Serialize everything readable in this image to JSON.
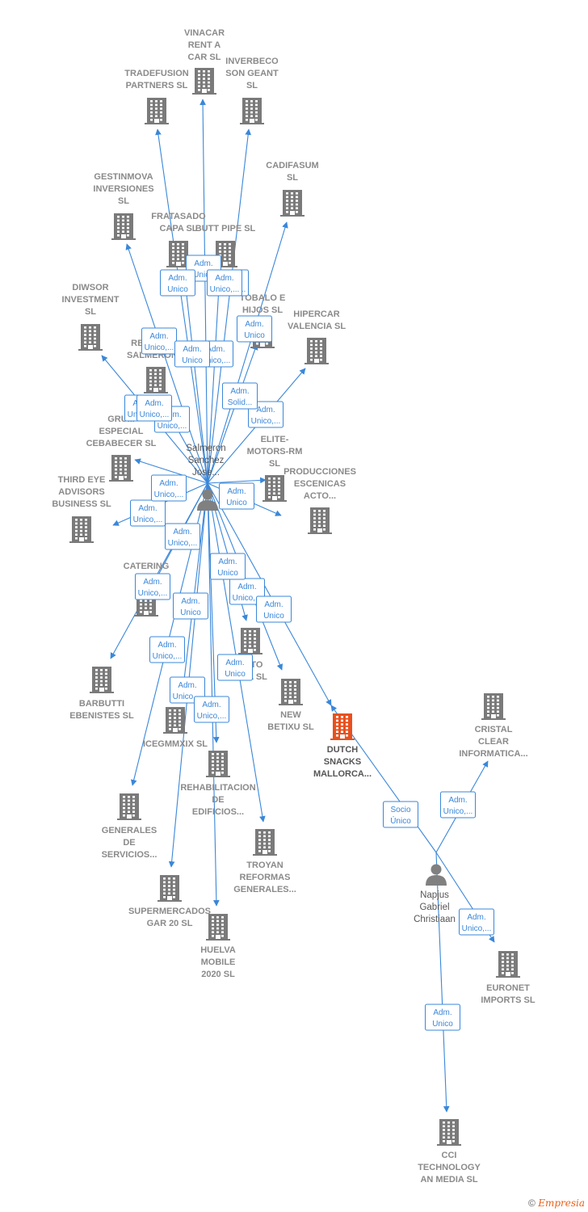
{
  "colors": {
    "edge": "#3a87d9",
    "building": "#7a7a7a",
    "building_highlight": "#e8501e",
    "person": "#808080"
  },
  "companies": [
    {
      "id": "vinacar",
      "label": [
        "VINACAR",
        "RENT A",
        "CAR SL"
      ],
      "icon": "building-icon"
    },
    {
      "id": "inverbeco",
      "label": [
        "INVERBECO",
        "SON GEANT",
        "SL"
      ],
      "icon": "building-icon"
    },
    {
      "id": "tradefusion",
      "label": [
        "TRADEFUSION",
        "PARTNERS  SL"
      ],
      "icon": "building-icon"
    },
    {
      "id": "cadifasum",
      "label": [
        "CADIFASUM",
        "SL"
      ],
      "icon": "building-icon"
    },
    {
      "id": "gestinmova",
      "label": [
        "GESTINMOVA",
        "INVERSIONES",
        "SL"
      ],
      "icon": "building-icon"
    },
    {
      "id": "fratasado",
      "label": [
        "FRATASADO",
        "CAPA  SL"
      ],
      "icon": "building-icon"
    },
    {
      "id": "butt_pipe",
      "label": [
        "BUTT PIPE  SL"
      ],
      "icon": "building-icon"
    },
    {
      "id": "tobalo",
      "label": [
        "TOBALO E",
        "HIJOS  SL"
      ],
      "icon": "building-icon"
    },
    {
      "id": "diwsor",
      "label": [
        "DIWSOR",
        "INVESTMENT",
        "SL"
      ],
      "icon": "building-icon"
    },
    {
      "id": "hipercar",
      "label": [
        "HIPERCAR",
        "VALENCIA  SL"
      ],
      "icon": "building-icon"
    },
    {
      "id": "represent",
      "label": [
        "REPRESE...",
        "SALMERON..."
      ],
      "icon": "building-icon"
    },
    {
      "id": "grupo",
      "label": [
        "GRU...",
        "ESPECIAL",
        "CEBABECER SL"
      ],
      "icon": "building-icon"
    },
    {
      "id": "elite",
      "label": [
        "ELITE-",
        "MOTORS-RM",
        "SL"
      ],
      "icon": "building-icon"
    },
    {
      "id": "producciones",
      "label": [
        "PRODUCCIONES",
        "ESCENICAS",
        "ACTO..."
      ],
      "icon": "building-icon"
    },
    {
      "id": "third_eye",
      "label": [
        "THIRD EYE",
        "ADVISORS",
        "BUSINESS  SL"
      ],
      "icon": "building-icon"
    },
    {
      "id": "catering",
      "label": [
        "CATERING",
        "ME..."
      ],
      "icon": "building-icon"
    },
    {
      "id": "auto",
      "label": [
        "AUTO",
        "...CA  SL"
      ],
      "icon": "building-icon"
    },
    {
      "id": "barbutti",
      "label": [
        "BARBUTTI",
        "EBENISTES SL"
      ],
      "icon": "building-icon"
    },
    {
      "id": "new_betixu",
      "label": [
        "NEW",
        "BETIXU  SL"
      ],
      "icon": "building-icon"
    },
    {
      "id": "dutch",
      "label": [
        "DUTCH",
        "SNACKS",
        "MALLORCA..."
      ],
      "icon": "building-icon",
      "highlight": true
    },
    {
      "id": "cristal",
      "label": [
        "CRISTAL",
        "CLEAR",
        "INFORMATICA..."
      ],
      "icon": "building-icon"
    },
    {
      "id": "icegmmxix",
      "label": [
        "ICEGMMXIX  SL"
      ],
      "icon": "building-icon"
    },
    {
      "id": "rehabilitacion",
      "label": [
        "REHABILITACION",
        "DE",
        "EDIFICIOS..."
      ],
      "icon": "building-icon"
    },
    {
      "id": "generales",
      "label": [
        "GENERALES",
        "DE",
        "SERVICIOS..."
      ],
      "icon": "building-icon"
    },
    {
      "id": "troyan",
      "label": [
        "TROYAN",
        "REFORMAS",
        "GENERALES..."
      ],
      "icon": "building-icon"
    },
    {
      "id": "supermercados",
      "label": [
        "SUPERMERCADOS",
        "GAR 20  SL"
      ],
      "icon": "building-icon"
    },
    {
      "id": "huelva",
      "label": [
        "HUELVA",
        "MOBILE",
        "2020  SL"
      ],
      "icon": "building-icon"
    },
    {
      "id": "euronet",
      "label": [
        "EURONET",
        "IMPORTS  SL"
      ],
      "icon": "building-icon"
    },
    {
      "id": "cci",
      "label": [
        "CCI",
        "TECHNOLOGY",
        "AN MEDIA  SL"
      ],
      "icon": "building-icon"
    }
  ],
  "persons": [
    {
      "id": "salmeron",
      "label": [
        "Salmeron",
        "Sanchez",
        "Jose..."
      ],
      "icon": "person-icon"
    },
    {
      "id": "napjus",
      "label": [
        "Napjus",
        "Gabriel",
        "Christiaan"
      ],
      "icon": "person-icon"
    }
  ],
  "relations": [
    {
      "from": "salmeron",
      "to": "vinacar",
      "label": [
        "Adm.",
        "Unico"
      ]
    },
    {
      "from": "salmeron",
      "to": "inverbeco",
      "label": [
        "Adm.",
        "Unico,..."
      ]
    },
    {
      "from": "salmeron",
      "to": "tradefusion",
      "label": [
        "Adm.",
        "Unico"
      ]
    },
    {
      "from": "salmeron",
      "to": "cadifasum",
      "label": [
        "Adm.",
        "Unico,..."
      ]
    },
    {
      "from": "salmeron",
      "to": "gestinmova",
      "label": [
        "Adm.",
        "Unico,..."
      ]
    },
    {
      "from": "salmeron",
      "to": "fratasado",
      "label": [
        "Adm.",
        "Unico"
      ]
    },
    {
      "from": "salmeron",
      "to": "butt_pipe",
      "label": [
        "Adm.",
        "Unico,..."
      ]
    },
    {
      "from": "salmeron",
      "to": "tobalo",
      "label": [
        "Adm.",
        "Unico"
      ]
    },
    {
      "from": "salmeron",
      "to": "diwsor",
      "label": [
        "Adm.",
        "Unico,..."
      ]
    },
    {
      "from": "salmeron",
      "to": "hipercar",
      "label": [
        "Adm.",
        "Unico,..."
      ]
    },
    {
      "from": "salmeron",
      "to": "represent",
      "label": [
        "Adm.",
        "Unico,..."
      ]
    },
    {
      "from": "salmeron",
      "to": "grupo",
      "label": [
        "Adm.",
        "Unico,..."
      ]
    },
    {
      "from": "salmeron",
      "to": "elite",
      "label": [
        "Adm.",
        "Solid..."
      ]
    },
    {
      "from": "salmeron",
      "to": "producciones",
      "label": [
        "Adm.",
        "Unico"
      ]
    },
    {
      "from": "salmeron",
      "to": "third_eye",
      "label": [
        "Adm.",
        "Unico,..."
      ]
    },
    {
      "from": "salmeron",
      "to": "catering",
      "label": [
        "Adm.",
        "Unico,..."
      ]
    },
    {
      "from": "salmeron",
      "to": "auto",
      "label": [
        "Adm.",
        "Unico"
      ]
    },
    {
      "from": "salmeron",
      "to": "barbutti",
      "label": [
        "Adm.",
        "Unico,..."
      ]
    },
    {
      "from": "salmeron",
      "to": "new_betixu",
      "label": [
        "Adm.",
        "Unico,..."
      ]
    },
    {
      "from": "salmeron",
      "to": "dutch",
      "label": [
        "Adm.",
        "Unico"
      ]
    },
    {
      "from": "salmeron",
      "to": "icegmmxix",
      "label": [
        "Adm.",
        "Unico,..."
      ]
    },
    {
      "from": "salmeron",
      "to": "rehabilitacion",
      "label": [
        "Adm.",
        "Unico,..."
      ]
    },
    {
      "from": "salmeron",
      "to": "generales",
      "label": [
        "Adm.",
        "Unico,..."
      ]
    },
    {
      "from": "salmeron",
      "to": "troyan",
      "label": [
        "Adm.",
        "Unico"
      ]
    },
    {
      "from": "salmeron",
      "to": "supermercados",
      "label": [
        "Adm.",
        "Unico,..."
      ]
    },
    {
      "from": "salmeron",
      "to": "huelva",
      "label": [
        "Adm.",
        "Unico"
      ]
    },
    {
      "from": "napjus",
      "to": "dutch",
      "label": [
        "Socio",
        "Único"
      ]
    },
    {
      "from": "napjus",
      "to": "cristal",
      "label": [
        "Adm.",
        "Unico,..."
      ]
    },
    {
      "from": "napjus",
      "to": "euronet",
      "label": [
        "Adm.",
        "Unico,..."
      ]
    },
    {
      "from": "napjus",
      "to": "cci",
      "label": [
        "Adm.",
        "Unico"
      ]
    }
  ],
  "footer": {
    "copyright": "©",
    "brand": "Empresia"
  }
}
